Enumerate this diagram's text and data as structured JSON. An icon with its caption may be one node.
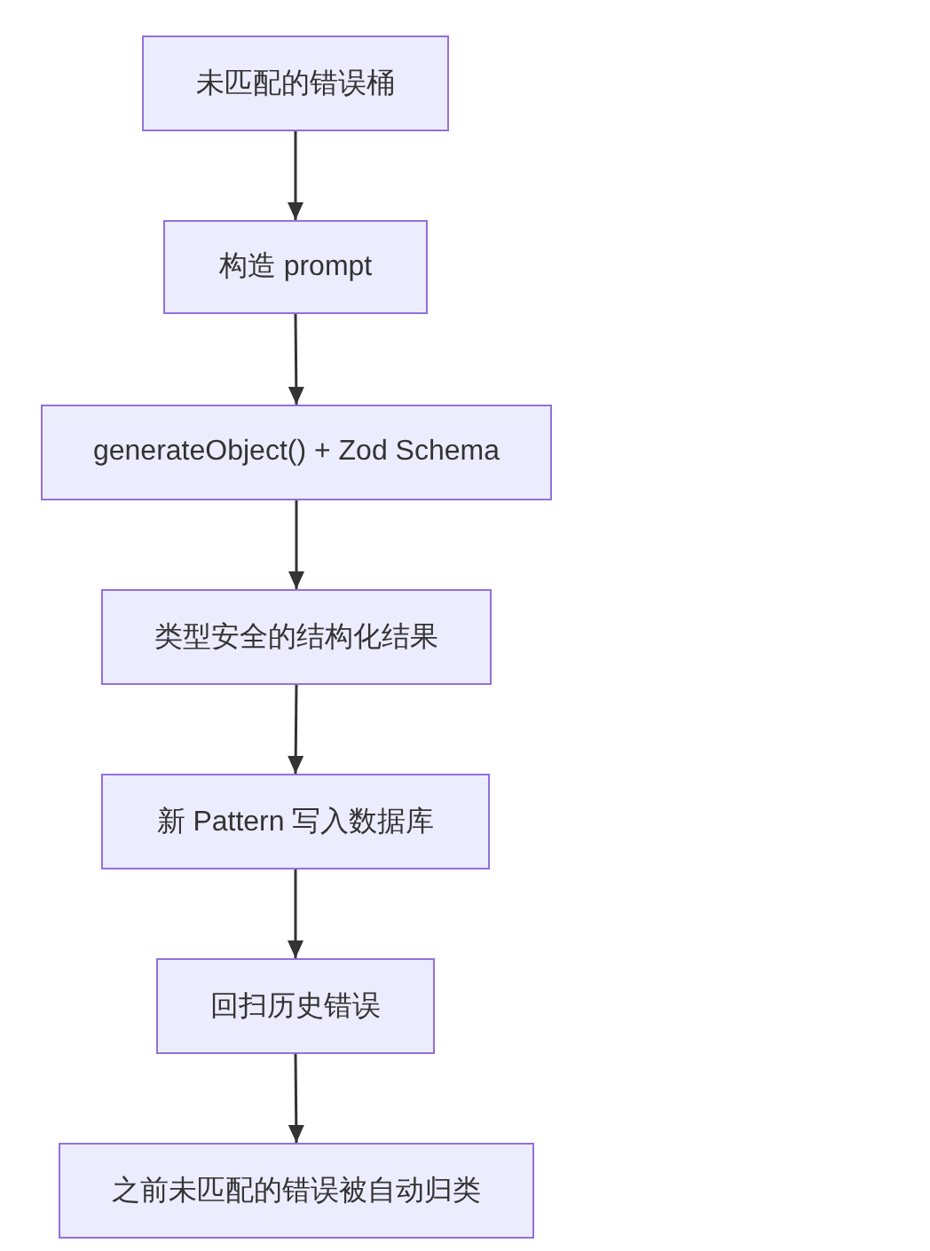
{
  "diagram": {
    "nodes": [
      {
        "text": [
          "未匹配的错误桶"
        ]
      },
      {
        "text": [
          "构造 prompt"
        ]
      },
      {
        "text": [
          "generateObject() + Zod Schema"
        ]
      },
      {
        "text": [
          "类型安全的结构化结果"
        ]
      },
      {
        "text": [
          "新 Pattern 写入数据库"
        ]
      },
      {
        "text": [
          "回扫历史错误"
        ]
      },
      {
        "text": [
          "之前未匹配的错误被自动归类"
        ]
      }
    ],
    "edges": [
      {
        "from": 0,
        "to": 1,
        "arrow": "to"
      },
      {
        "from": 1,
        "to": 2,
        "arrow": "to"
      },
      {
        "from": 2,
        "to": 3,
        "arrow": "to"
      },
      {
        "from": 3,
        "to": 4,
        "arrow": "to"
      },
      {
        "from": 4,
        "to": 5,
        "arrow": "to"
      },
      {
        "from": 5,
        "to": 6,
        "arrow": "to"
      }
    ]
  }
}
